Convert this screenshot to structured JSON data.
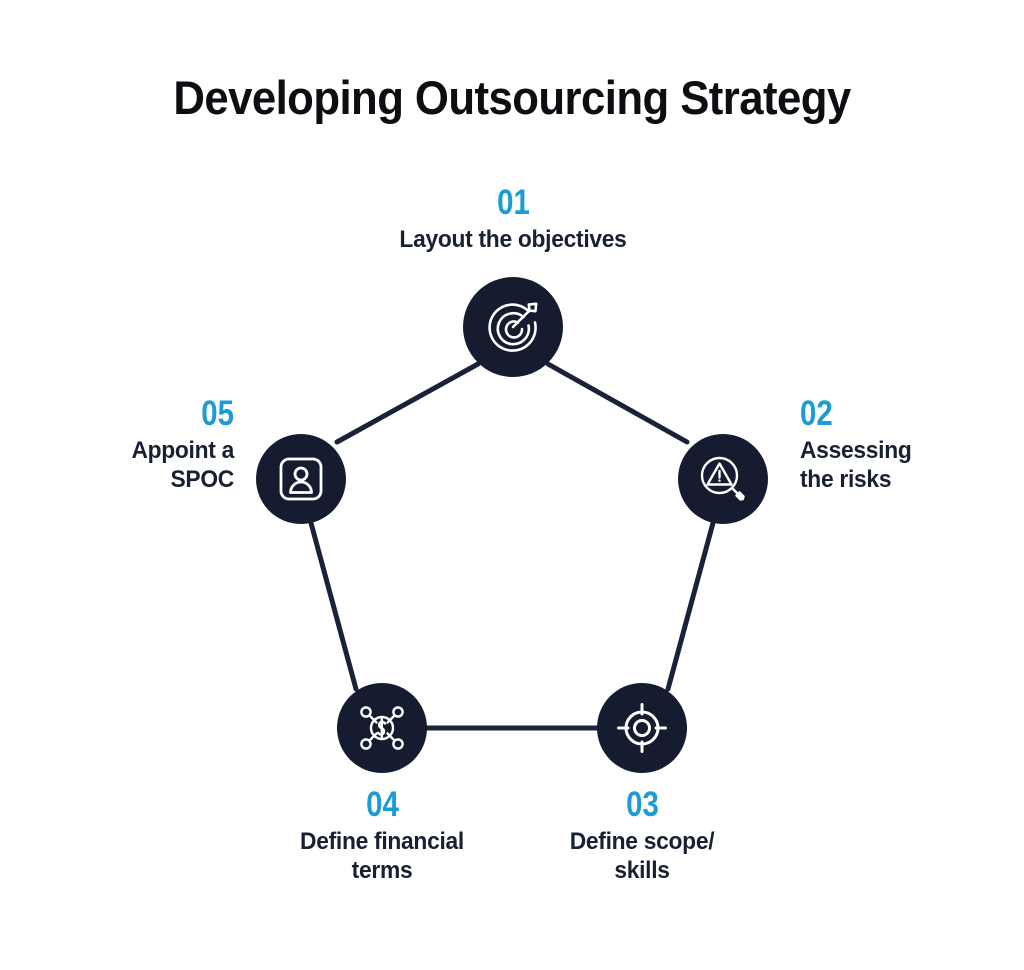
{
  "title": "Developing Outsourcing Strategy",
  "colors": {
    "background": "#ffffff",
    "node_fill": "#151c30",
    "accent_number": "#1d9bd4",
    "label_text": "#1a2033",
    "title_text": "#0d0d12",
    "connector_line": "#1a2238",
    "icon_stroke": "#ffffff"
  },
  "diagram": {
    "type": "pentagon-cycle",
    "node_count": 5,
    "nodes": [
      {
        "number": "01",
        "label": "Layout the objectives",
        "icon": "target-arrow-icon",
        "caption_align": "center"
      },
      {
        "number": "02",
        "label": "Assessing\nthe risks",
        "icon": "risk-magnifier-icon",
        "caption_align": "left"
      },
      {
        "number": "03",
        "label": "Define scope/\nskills",
        "icon": "crosshair-scope-icon",
        "caption_align": "center"
      },
      {
        "number": "04",
        "label": "Define financial\nterms",
        "icon": "money-network-icon",
        "caption_align": "center"
      },
      {
        "number": "05",
        "label": "Appoint a\nSPOC",
        "icon": "person-id-card-icon",
        "caption_align": "right"
      }
    ]
  }
}
